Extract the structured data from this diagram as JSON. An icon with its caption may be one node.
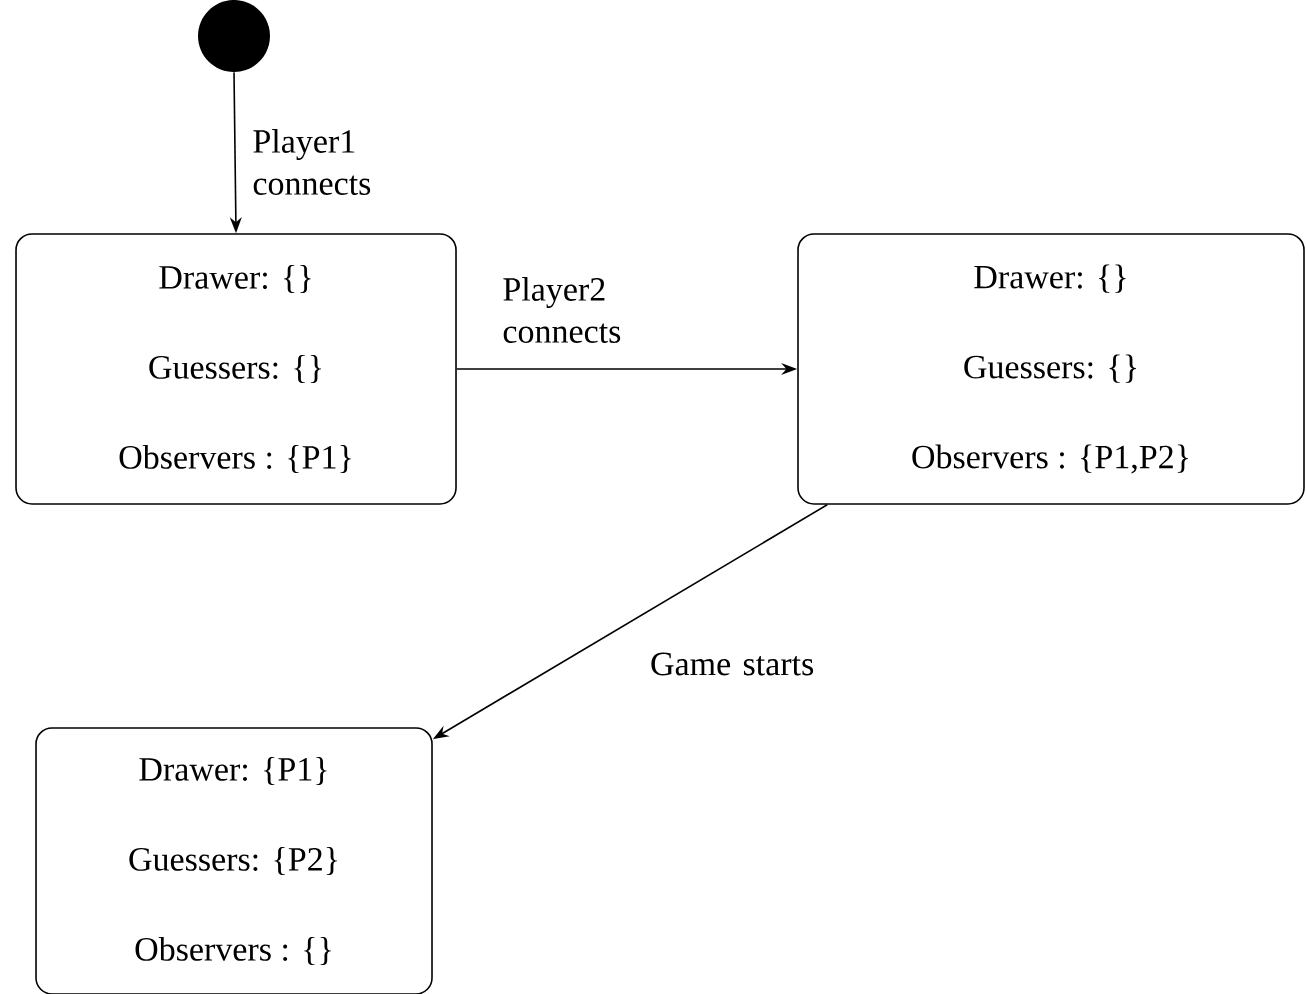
{
  "diagram": {
    "nodes": [
      {
        "text": [],
        "shape": "circle"
      },
      {
        "text": [
          "Drawer: {}",
          "Guessers: {}",
          "Observers : {P1}"
        ]
      },
      {
        "text": [
          "Drawer: {}",
          "Guessers: {}",
          "Observers : {P1,P2}"
        ]
      },
      {
        "text": [
          "Drawer: {P1}",
          "Guessers: {P2}",
          "Observers : {}"
        ]
      }
    ],
    "edges": [
      {
        "from": 0,
        "to": 1,
        "arrow": "to",
        "label": "Player1 connects"
      },
      {
        "from": 1,
        "to": 2,
        "arrow": "to",
        "label": "Player2 connects"
      },
      {
        "from": 2,
        "to": 3,
        "arrow": "to",
        "label": "Game starts"
      }
    ]
  }
}
